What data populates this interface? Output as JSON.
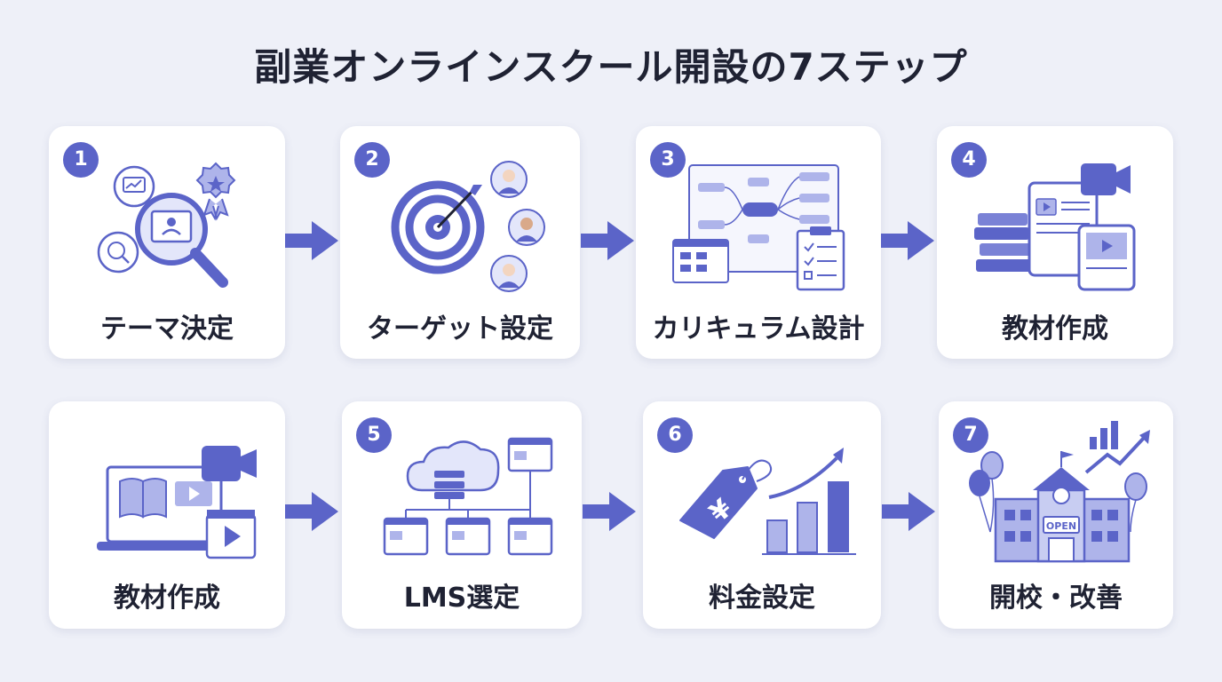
{
  "title": "副業オンラインスクール開設の7ステップ",
  "colors": {
    "accent": "#5b64c8",
    "light": "#aeb4ea",
    "background": "#eef0f8",
    "card": "#ffffff",
    "text": "#1f2233"
  },
  "steps": [
    {
      "badge": "1",
      "label": "テーマ決定",
      "icon": "magnifier-research-icon"
    },
    {
      "badge": "2",
      "label": "ターゲット設定",
      "icon": "target-audience-icon"
    },
    {
      "badge": "3",
      "label": "カリキュラム設計",
      "icon": "mindmap-checklist-icon"
    },
    {
      "badge": "4",
      "label": "教材作成",
      "icon": "books-video-tablet-icon"
    },
    {
      "badge": "",
      "label": "教材作成",
      "icon": "laptop-video-book-icon"
    },
    {
      "badge": "5",
      "label": "LMS選定",
      "icon": "cloud-server-network-icon"
    },
    {
      "badge": "6",
      "label": "料金設定",
      "icon": "price-tag-growth-icon"
    },
    {
      "badge": "7",
      "label": "開校・改善",
      "icon": "school-open-balloons-icon"
    }
  ],
  "illustration_text": {
    "yen": "¥",
    "open_sign": "OPEN"
  }
}
